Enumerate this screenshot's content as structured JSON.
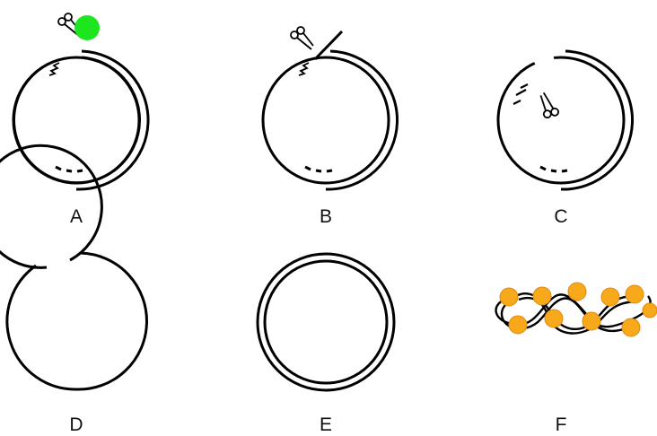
{
  "panels": [
    {
      "id": "a",
      "label": "A"
    },
    {
      "id": "b",
      "label": "B"
    },
    {
      "id": "c",
      "label": "C"
    },
    {
      "id": "d",
      "label": "D"
    },
    {
      "id": "e",
      "label": "E"
    },
    {
      "id": "f",
      "label": "F"
    }
  ],
  "colors": {
    "stroke": "#000000",
    "protein_green": "#1ee61e",
    "nucleosome_orange": "#f7a81b",
    "nucleosome_outline": "#e08a10"
  }
}
